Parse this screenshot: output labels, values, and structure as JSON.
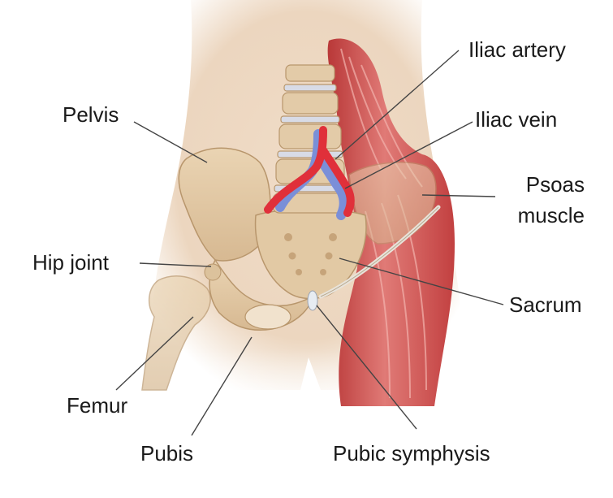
{
  "labels": {
    "iliac_artery": "Iliac artery",
    "pelvis": "Pelvis",
    "iliac_vein": "Iliac vein",
    "psoas_line1": "Psoas",
    "psoas_line2": "muscle",
    "hip_joint": "Hip joint",
    "sacrum": "Sacrum",
    "femur": "Femur",
    "pubis": "Pubis",
    "pubic_symphysis": "Pubic symphysis"
  },
  "colors": {
    "skin": "#ecd9c4",
    "bone": "#e3cba8",
    "bone_shadow": "#c9a97f",
    "muscle": "#cf4a4a",
    "muscle_light": "#e58a86",
    "artery": "#e0303a",
    "vein": "#7a8fd8",
    "disc": "#d8dbe6",
    "leader": "#444444"
  }
}
